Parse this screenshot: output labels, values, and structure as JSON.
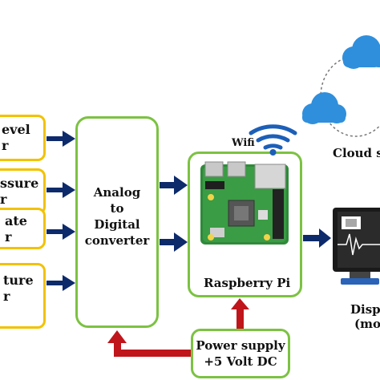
{
  "sensors": [
    {
      "line1": "evel",
      "line2": "r"
    },
    {
      "line1": "ssure",
      "line2": "r"
    },
    {
      "line1": "ate",
      "line2": "r"
    },
    {
      "line1": "ture",
      "line2": "r"
    }
  ],
  "adc": {
    "line1": "Analog",
    "line2": "to",
    "line3": "Digital",
    "line4": "converter"
  },
  "rpi": {
    "label": "Raspberry Pi",
    "wifi_label": "Wifi"
  },
  "psu": {
    "line1": "Power supply",
    "line2": "+5 Volt DC"
  },
  "cloud": {
    "label": "Cloud se"
  },
  "display": {
    "line1": "Displ",
    "line2": "(mo"
  },
  "colors": {
    "arrow_blue": "#0d2a6b",
    "arrow_red": "#c0151b",
    "box_green": "#7cc242",
    "box_yellow": "#f2c200",
    "cloud_blue": "#2f8fdc"
  }
}
